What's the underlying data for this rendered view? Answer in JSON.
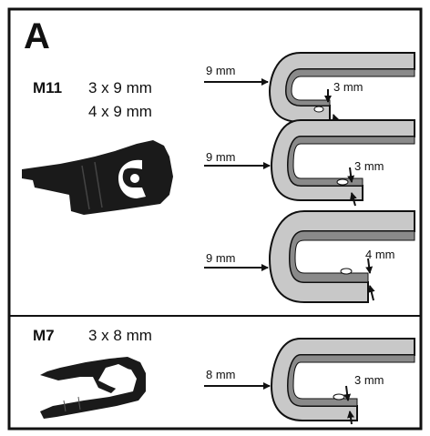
{
  "panel_letter": "A",
  "sections": [
    {
      "model": "M11",
      "sizes": [
        "3 x 9 mm",
        "4 x 9 mm"
      ],
      "hooks": [
        {
          "width": "9 mm",
          "gap": "3 mm"
        },
        {
          "width": "9 mm",
          "gap": "3 mm"
        },
        {
          "width": "9 mm",
          "gap": "4 mm"
        }
      ]
    },
    {
      "model": "M7",
      "sizes": [
        "3 x 8 mm"
      ],
      "hooks": [
        {
          "width": "8 mm",
          "gap": "3 mm"
        }
      ]
    }
  ],
  "colors": {
    "border": "#111111",
    "hook_fill": "#c8c8c8",
    "hook_inner": "#8a8a8a",
    "adapter": "#1a1a1a"
  }
}
